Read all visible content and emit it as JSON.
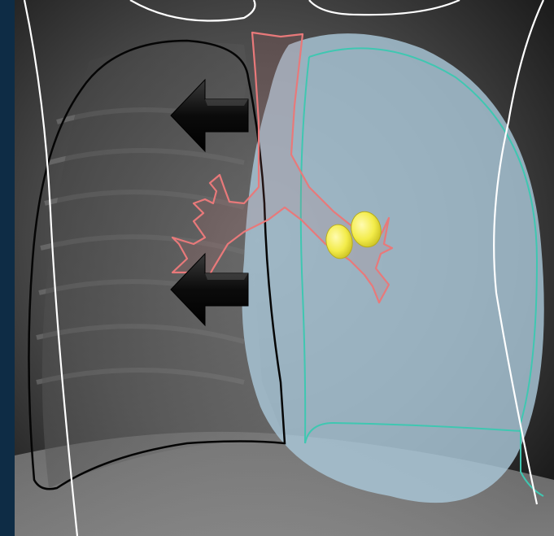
{
  "image": {
    "kind": "chest-xray-illustration",
    "annotations": [
      "mediastinal-shift-arrow-upper",
      "mediastinal-shift-arrow-lower",
      "overinflated-lung-overlay",
      "airway-outline",
      "hilar-nodes"
    ]
  },
  "colors": {
    "frame_border": "#0e2c45",
    "lung_overlay": "#a9c7d8",
    "teal_outline": "#3fc7b1",
    "airway_outline": "#e8797a",
    "node_fill": "#f3ec4a",
    "contour_black": "#050505",
    "contour_white": "#ffffff",
    "arrow_fill": "#0b0b0b"
  }
}
